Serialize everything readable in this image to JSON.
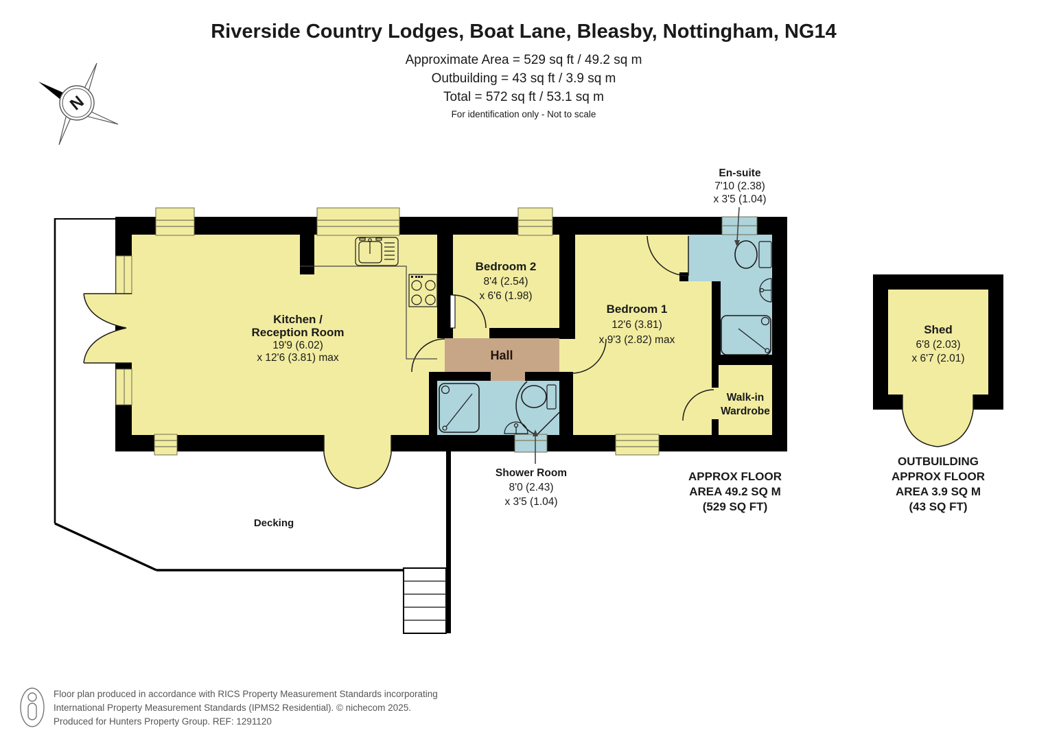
{
  "header": {
    "title": "Riverside Country Lodges, Boat Lane, Bleasby, Nottingham, NG14",
    "area_line1": "Approximate Area = 529 sq ft / 49.2 sq m",
    "area_line2": "Outbuilding = 43 sq ft / 3.9 sq m",
    "area_line3": "Total = 572 sq ft / 53.1 sq m",
    "disclaimer": "For identification only - Not to scale"
  },
  "compass": {
    "letter": "N"
  },
  "rooms": {
    "kitchen": {
      "name1": "Kitchen /",
      "name2": "Reception Room",
      "dim1": "19'9 (6.02)",
      "dim2": "x 12'6 (3.81) max"
    },
    "bedroom2": {
      "name": "Bedroom 2",
      "dim1": "8'4 (2.54)",
      "dim2": "x 6'6 (1.98)"
    },
    "bedroom1": {
      "name": "Bedroom 1",
      "dim1": "12'6 (3.81)",
      "dim2": "x 9'3 (2.82) max"
    },
    "hall": {
      "name": "Hall"
    },
    "ensuite": {
      "name": "En-suite",
      "dim1": "7'10 (2.38)",
      "dim2": "x 3'5 (1.04)"
    },
    "shower_room": {
      "name": "Shower Room",
      "dim1": "8'0 (2.43)",
      "dim2": "x 3'5 (1.04)"
    },
    "wardrobe": {
      "name1": "Walk-in",
      "name2": "Wardrobe"
    },
    "shed": {
      "name": "Shed",
      "dim1": "6'8 (2.03)",
      "dim2": "x 6'7 (2.01)"
    },
    "decking": {
      "name": "Decking"
    }
  },
  "area_labels": {
    "main_line1": "APPROX FLOOR",
    "main_line2": "AREA 49.2 SQ M",
    "main_line3": "(529 SQ FT)",
    "out_line1": "OUTBUILDING",
    "out_line2": "APPROX FLOOR",
    "out_line3": "AREA 3.9 SQ M",
    "out_line4": "(43 SQ FT)"
  },
  "footer": {
    "line1": "Floor plan produced in accordance with RICS Property Measurement Standards incorporating",
    "line2": "International Property Measurement Standards (IPMS2 Residential).   © nichecom 2025.",
    "line3": "Produced for Hunters Property Group. REF: 1291120"
  },
  "colors": {
    "room_fill": "#F2ECA0",
    "wet_room_fill": "#AED4DC",
    "hall_fill": "#C6A687",
    "wall": "#000000"
  }
}
